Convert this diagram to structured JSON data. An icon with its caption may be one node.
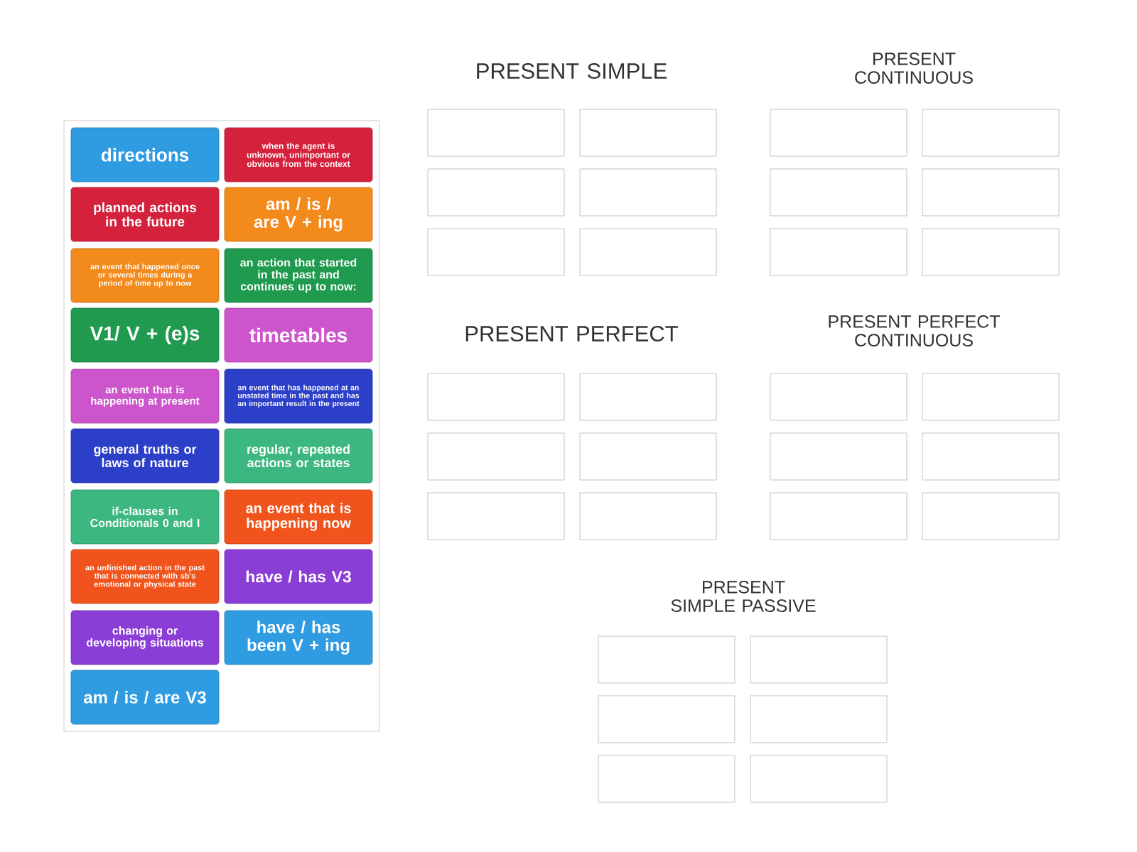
{
  "diagram": {
    "nodes": [
      {
        "text": [],
        "shape": "box"
      },
      {
        "text": [
          "directions"
        ],
        "in": 0
      },
      {
        "text": [
          "when the agent is unknown, unimportant or obvious from the context"
        ],
        "in": 0
      },
      {
        "text": [
          "planned actions in the future"
        ],
        "in": 0
      },
      {
        "text": [
          "am / is / are V + ing"
        ],
        "in": 0
      },
      {
        "text": [
          "an event that happened once or several times during a period of time up to now"
        ],
        "in": 0
      },
      {
        "text": [
          "an action that started in the past and continues up to now:"
        ],
        "in": 0
      },
      {
        "text": [
          "V1/ V + (e)s"
        ],
        "in": 0
      },
      {
        "text": [
          "timetables"
        ],
        "in": 0
      },
      {
        "text": [
          "an event that is happening at present"
        ],
        "in": 0
      },
      {
        "text": [
          "an event that has happened at an unstated time in the past and has an important result in the present"
        ],
        "in": 0
      },
      {
        "text": [
          "general truths or laws of nature"
        ],
        "in": 0
      },
      {
        "text": [
          "regular, repeated actions or states"
        ],
        "in": 0
      },
      {
        "text": [
          "if-clauses in Conditionals 0 and I"
        ],
        "in": 0
      },
      {
        "text": [
          "an event that is happening now"
        ],
        "in": 0
      },
      {
        "text": [
          "an unfinished action in the past that is connected with sb's emotional or physical state"
        ],
        "in": 0
      },
      {
        "text": [
          "have / has V3"
        ],
        "in": 0
      },
      {
        "text": [
          "changing or developing situations"
        ],
        "in": 0
      },
      {
        "text": [
          "have / has been V + ing"
        ],
        "in": 0
      },
      {
        "text": [
          "am / is / are V3"
        ],
        "in": 0
      },
      {
        "text": [],
        "shape": "box"
      },
      {
        "text": [],
        "shape": "box"
      },
      {
        "text": [],
        "shape": "box"
      },
      {
        "text": [],
        "shape": "box"
      },
      {
        "text": [],
        "shape": "box"
      },
      {
        "text": [],
        "shape": "box"
      },
      {
        "text": [],
        "shape": "box"
      },
      {
        "text": [],
        "shape": "box"
      },
      {
        "text": [],
        "shape": "box"
      },
      {
        "text": [],
        "shape": "box"
      },
      {
        "text": [],
        "shape": "box"
      },
      {
        "text": [],
        "shape": "box"
      },
      {
        "text": [],
        "shape": "box"
      },
      {
        "text": [],
        "shape": "box"
      },
      {
        "text": [],
        "shape": "box"
      },
      {
        "text": [],
        "shape": "box"
      },
      {
        "text": [],
        "shape": "box"
      },
      {
        "text": [],
        "shape": "box"
      },
      {
        "text": [],
        "shape": "box"
      },
      {
        "text": [],
        "shape": "box"
      },
      {
        "text": [],
        "shape": "box"
      },
      {
        "text": [],
        "shape": "box"
      },
      {
        "text": [],
        "shape": "box"
      },
      {
        "text": [],
        "shape": "box"
      },
      {
        "text": [],
        "shape": "box"
      },
      {
        "text": [],
        "shape": "box"
      },
      {
        "text": [],
        "shape": "box"
      },
      {
        "text": [],
        "shape": "box"
      },
      {
        "text": [],
        "shape": "box"
      },
      {
        "text": [],
        "shape": "box"
      }
    ],
    "labels": [
      "PRESENT SIMPLE",
      "PRESENT CONTINUOUS",
      "PRESENT PERFECT",
      "PRESENT PERFECT CONTINUOUS",
      "PRESENT SIMPLE PASSIVE"
    ]
  }
}
